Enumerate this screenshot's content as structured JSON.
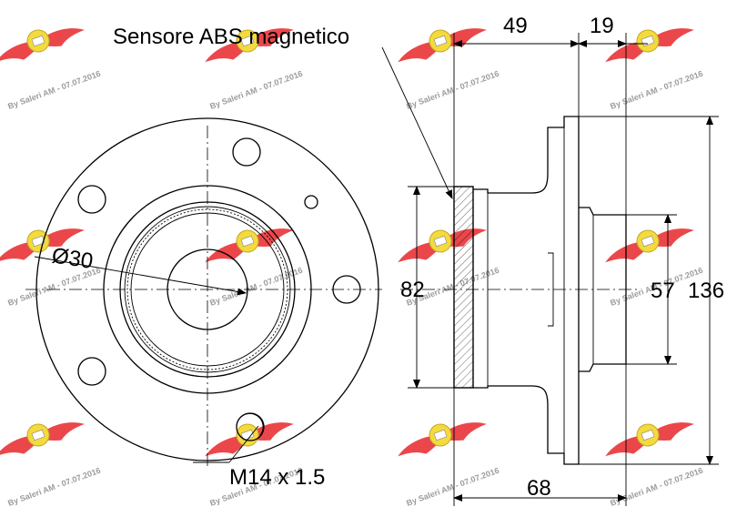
{
  "labels": {
    "sensor": "Sensore ABS magnetico",
    "diameter": "Ø30",
    "thread": "M14 x 1.5",
    "dim_49": "49",
    "dim_19": "19",
    "dim_82": "82",
    "dim_57": "57",
    "dim_136": "136",
    "dim_68": "68"
  },
  "watermark": {
    "text": "By Saleri AM - 07.07.2016",
    "logo_color": "#e8262a",
    "badge_color": "#f3d41b"
  }
}
